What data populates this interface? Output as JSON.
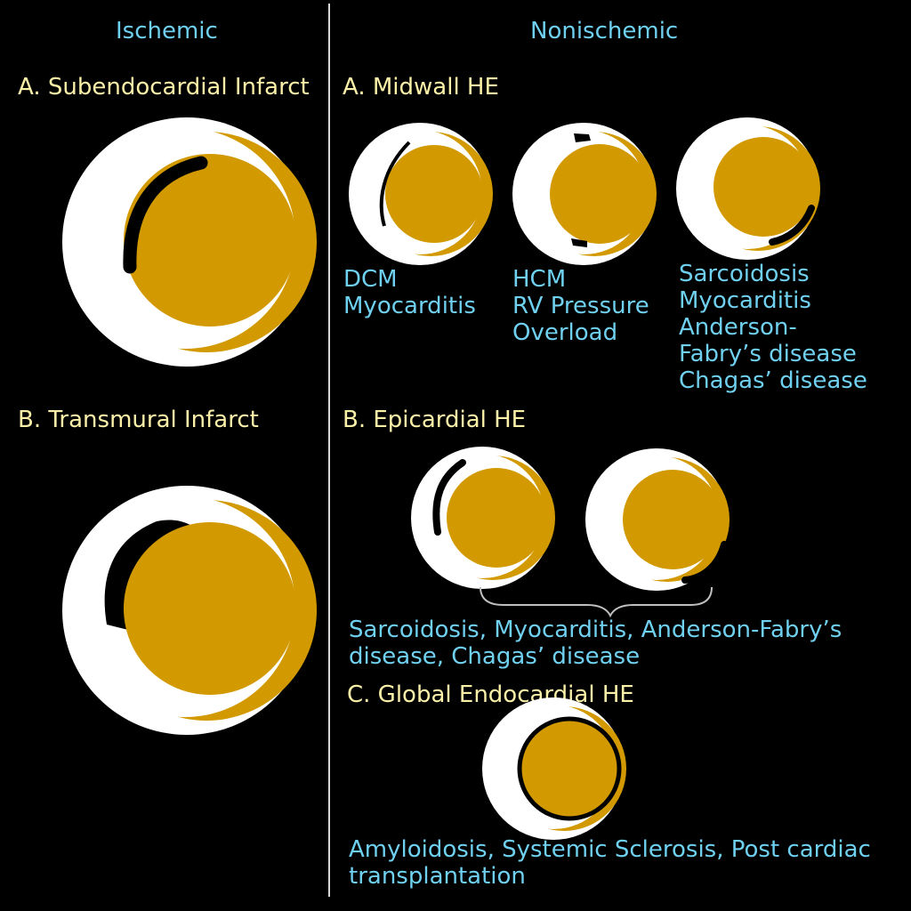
{
  "headers": {
    "ischemic": "Ischemic",
    "nonischemic": "Nonischemic"
  },
  "ischemic": {
    "subendocardial_title": "A. Subendocardial Infarct",
    "transmural_title": "B. Transmural Infarct"
  },
  "nonischemic": {
    "midwall": {
      "title": "A. Midwall HE",
      "labels": [
        "DCM\nMyocarditis",
        "HCM\nRV Pressure\nOverload",
        "Sarcoidosis\nMyocarditis\nAnderson-\nFabry’s disease\nChagas’ disease"
      ]
    },
    "epicardial": {
      "title": "B. Epicardial HE",
      "label": "Sarcoidosis, Myocarditis, Anderson-Fabry’s\ndisease, Chagas’ disease"
    },
    "global": {
      "title": "C. Global Endocardial HE",
      "label": "Amyloidosis, Systemic Sclerosis, Post cardiac\ntransplantation"
    }
  },
  "colors": {
    "background": "#000000",
    "myocardium": "#ffffff",
    "blood_pool": "#d29a00",
    "enhancement": "#000000",
    "header_text": "#6fd0f0",
    "section_text": "#fbf0a8"
  }
}
